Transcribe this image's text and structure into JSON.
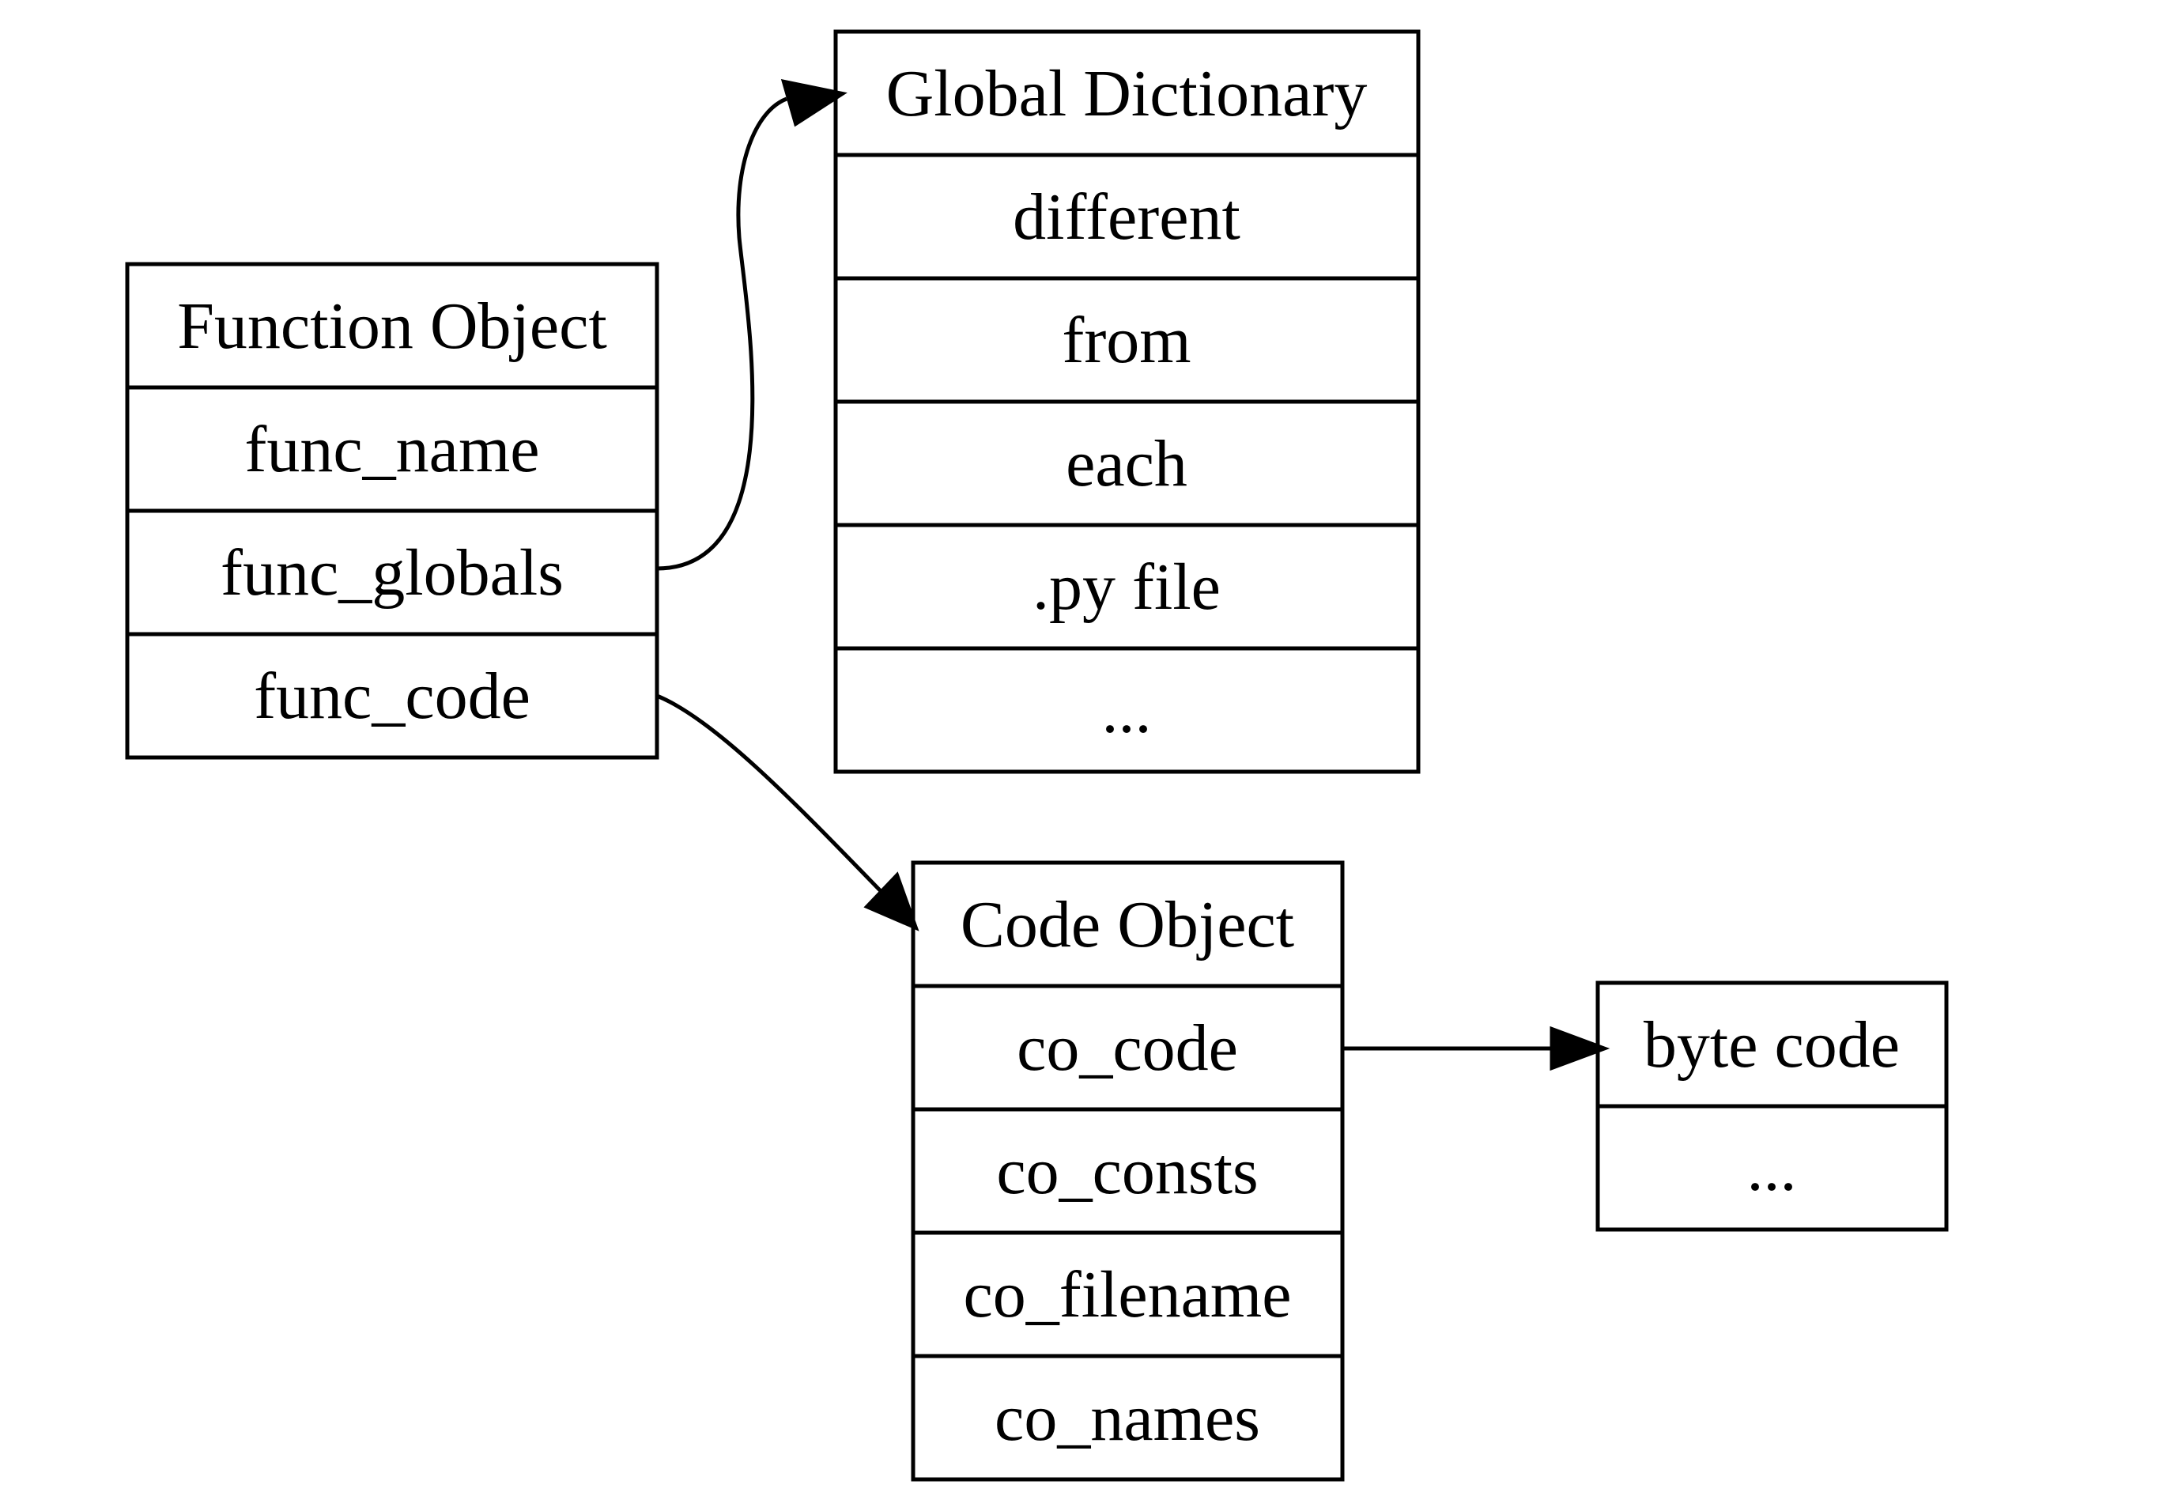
{
  "diagram": {
    "records": [
      {
        "id": "function-object",
        "fields": [
          "Function Object",
          "func_name",
          "func_globals",
          "func_code"
        ]
      },
      {
        "id": "global-dictionary",
        "fields": [
          "Global Dictionary",
          "different",
          "from",
          "each",
          ".py file",
          "..."
        ]
      },
      {
        "id": "code-object",
        "fields": [
          "Code Object",
          "co_code",
          "co_consts",
          "co_filename",
          "co_names"
        ]
      },
      {
        "id": "byte-code",
        "fields": [
          "byte code",
          "..."
        ]
      }
    ],
    "edges": [
      {
        "from": "function-object.func_globals",
        "to": "global-dictionary"
      },
      {
        "from": "function-object.func_code",
        "to": "code-object"
      },
      {
        "from": "code-object.co_code",
        "to": "byte-code"
      }
    ]
  }
}
